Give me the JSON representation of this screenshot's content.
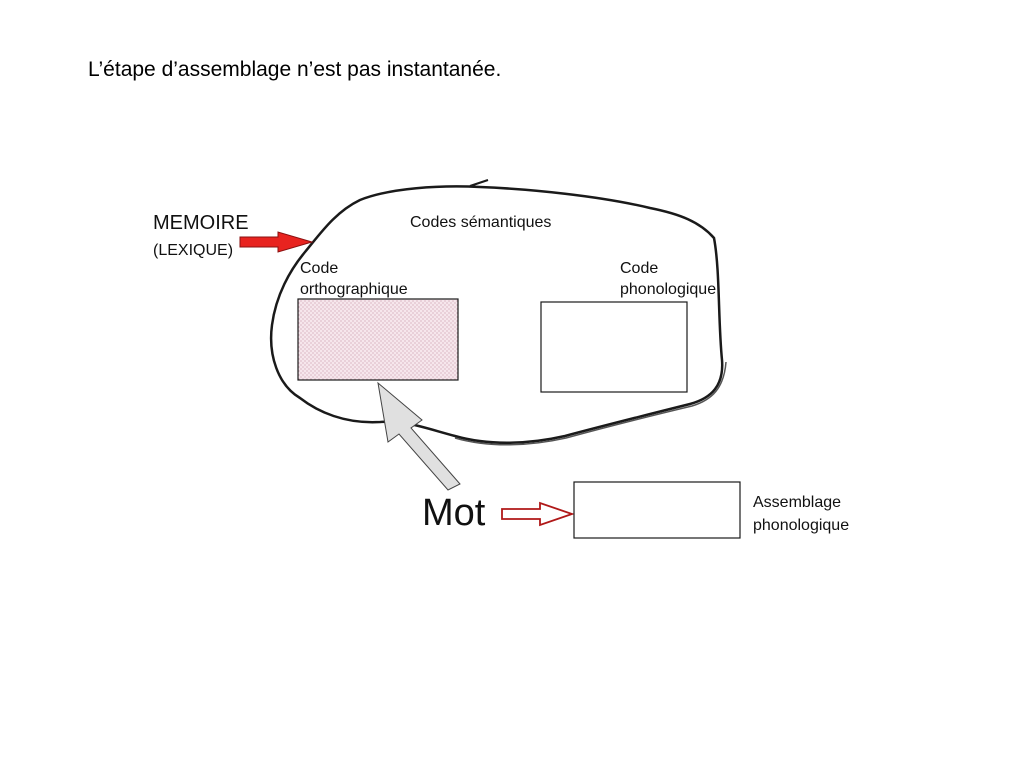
{
  "title": "L’étape d’assemblage n’est pas instantanée.",
  "diagram": {
    "memory_label_line1": "MEMOIRE",
    "memory_label_line2": "(LEXIQUE)",
    "semantic_codes_label": "Codes sémantiques",
    "orthographic_code_line1": "Code",
    "orthographic_code_line2": "orthographique",
    "phonological_code_line1": "Code",
    "phonological_code_line2": "phonologique",
    "word_label": "Mot",
    "assembly_line1": "Assemblage",
    "assembly_line2": "phonologique"
  },
  "colors": {
    "memory_arrow": "#e8231f",
    "word_arrow_outline": "#b01818",
    "input_arrow_fill": "#e0e0e0",
    "orthographic_box_fill": "#f4dde6",
    "outline": "#1a1a1a"
  },
  "icons": {
    "memory_arrow": "right-arrow-icon",
    "input_arrow": "up-left-arrow-icon",
    "word_arrow": "right-arrow-icon"
  }
}
